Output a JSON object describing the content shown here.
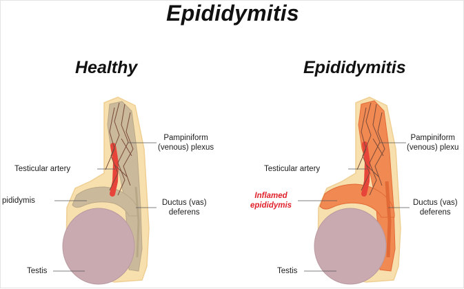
{
  "title": "Epididymitis",
  "panels": {
    "healthy": {
      "title": "Healthy",
      "labels": {
        "pampiniform": "Pampiniform (venous) plexus",
        "pampiniform_line1": "Pampiniform",
        "pampiniform_line2": "(venous) plexus",
        "testicular_artery": "Testicular artery",
        "epididymis": "Epididymis",
        "epididymis_visible": "pididymis",
        "ductus_line1": "Ductus (vas)",
        "ductus_line2": "deferens",
        "testis": "Testis"
      }
    },
    "epididymitis": {
      "title": "Epididymitis",
      "labels": {
        "pampiniform_line1": "Pampiniform",
        "pampiniform_line2": "(venous) plexu",
        "testicular_artery": "Testicular artery",
        "inflamed_line1": "Inflamed",
        "inflamed_line2": "epididymis",
        "ductus_line1": "Ductus (vas)",
        "ductus_line2": "deferens",
        "testis": "Testis"
      }
    }
  },
  "colors": {
    "skin": "#f7dfae",
    "skin_edge": "#efcf93",
    "healthy_tissue": "#cab99a",
    "healthy_tissue_edge": "#b9a888",
    "inflamed_tissue": "#f08a52",
    "inflamed_tissue_edge": "#e26a36",
    "artery": "#e8453a",
    "vein": "#7a4a3a",
    "testis": "#c9aab0",
    "testis_edge": "#b99aa0",
    "label_red": "#e0202a",
    "text": "#1a1a1a"
  }
}
